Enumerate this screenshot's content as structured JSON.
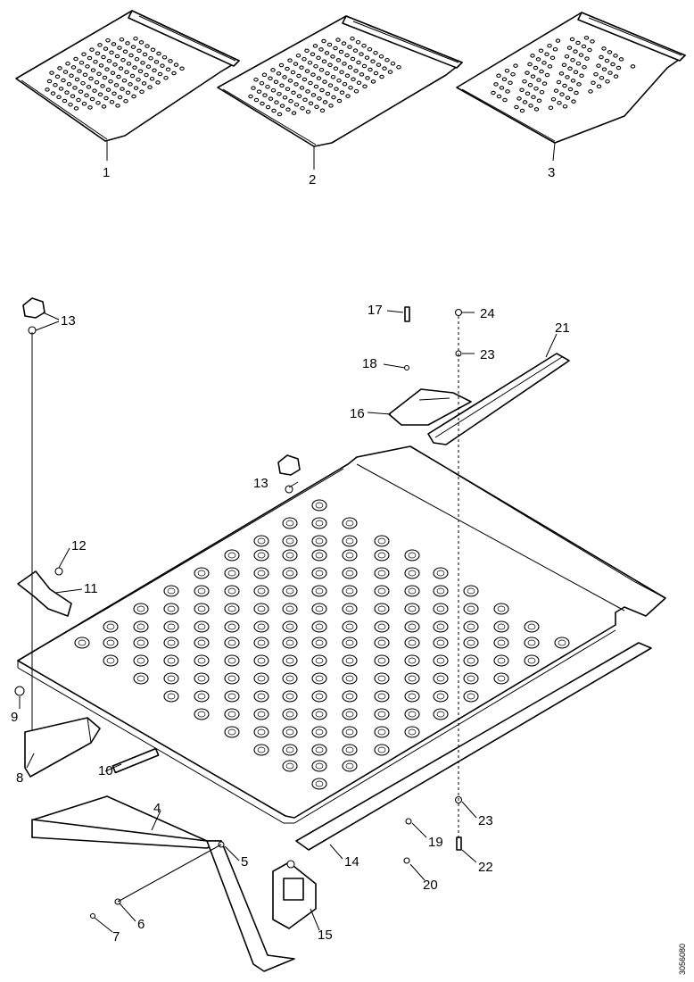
{
  "figure": {
    "callouts": [
      "1",
      "2",
      "3",
      "4",
      "5",
      "6",
      "7",
      "8",
      "9",
      "10",
      "11",
      "12",
      "13",
      "13",
      "14",
      "15",
      "16",
      "17",
      "18",
      "19",
      "20",
      "21",
      "22",
      "23",
      "23",
      "24"
    ],
    "reference_code": "3056080"
  }
}
